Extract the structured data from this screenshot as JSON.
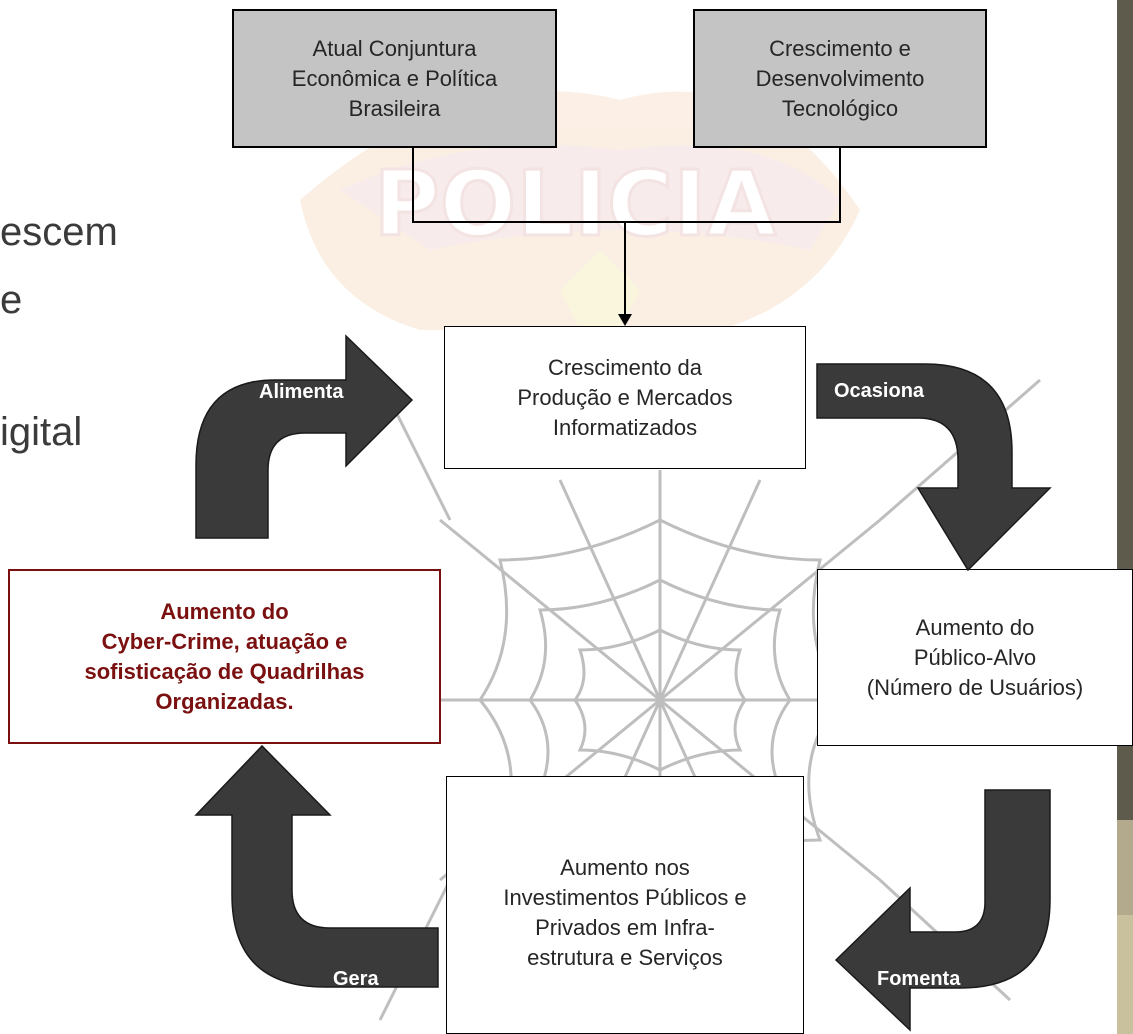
{
  "slide": {
    "partial_text": [
      "escem",
      "e",
      "igital"
    ]
  },
  "diagram": {
    "top_boxes": {
      "conjuntura": "Atual Conjuntura\nEconômica e Política\nBrasileira",
      "tecnologia": "Crescimento e\nDesenvolvimento\nTecnológico"
    },
    "nodes": {
      "producao": "Crescimento da\nProdução e Mercados\nInformatizados",
      "publico": "Aumento do\nPúblico-Alvo\n(Número de Usuários)",
      "investimentos": "Aumento nos\nInvestimentos Públicos e\nPrivados em Infra-\nestrutura e Serviços",
      "cybercrime": "Aumento do\nCyber-Crime, atuação e\nsofisticação de Quadrilhas\nOrganizadas."
    },
    "arrows": {
      "alimenta": "Alimenta",
      "ocasiona": "Ocasiona",
      "fomenta": "Fomenta",
      "gera": "Gera"
    },
    "colors": {
      "arrow": "#3a3a3a",
      "top_box_fill": "#c4c4c4",
      "highlight": "#7b1010"
    }
  }
}
